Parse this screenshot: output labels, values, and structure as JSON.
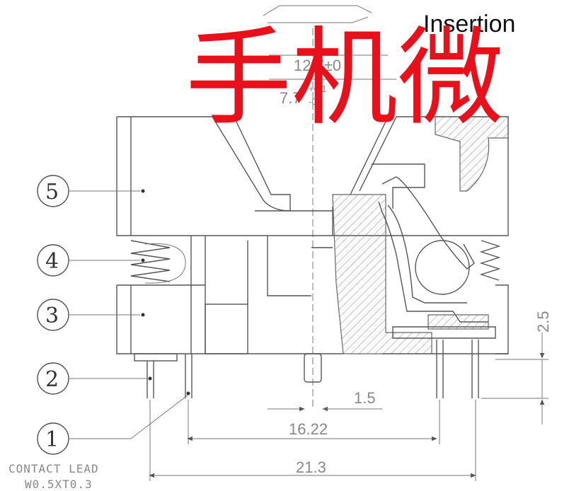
{
  "header_label": "Insertion",
  "watermark_text": "手机微",
  "dims": {
    "d1": "12.7±0",
    "d2_base": "7.7",
    "d2_sup": "+0.1",
    "d2_sub": "-0",
    "pin_width": "1.5",
    "pitch_inner": "16.22",
    "pitch_outer": "21.3",
    "lead_height": "2.5"
  },
  "parts": [
    {
      "num": "1"
    },
    {
      "num": "2"
    },
    {
      "num": "3"
    },
    {
      "num": "4"
    },
    {
      "num": "5"
    }
  ],
  "note_line1": "CONTACT LEAD",
  "note_line2": "W0.5XT0.3",
  "colors": {
    "line": "#555555",
    "watermark": "#e8101a",
    "dimension_text": "#888888"
  }
}
